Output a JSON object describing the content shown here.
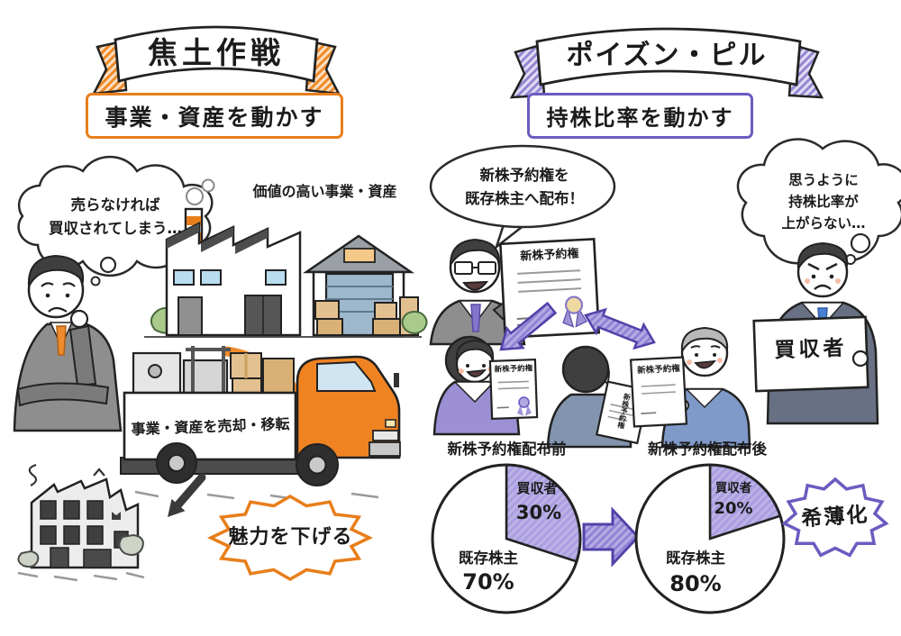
{
  "palette": {
    "orange_accent": "#e87e1a",
    "purple_accent": "#6a5cc0",
    "purple_light": "#b3a8e0",
    "ink": "#222222"
  },
  "left_panel": {
    "banner_title": "焦土作戦",
    "subtitle": "事業・資産を動かす",
    "ceo_thought": "売らなければ\n買収されてしまう…",
    "factory_label": "価値の高い事業・資産",
    "truck_sign": "事業・資産を売却・移転",
    "burst": "魅力を下げる"
  },
  "right_panel": {
    "banner_title": "ポイズン・ピル",
    "subtitle": "持株比率を動かす",
    "speech": "新株予約権を\n既存株主へ配布！",
    "acquirer_thought": "思うように\n持株比率が\n上がらない…",
    "certificate_title": "新株予約権",
    "acquirer_sign": "買収者",
    "burst": "希薄化"
  },
  "chart_data": [
    {
      "type": "pie",
      "title": "新株予約権配布前",
      "start_angle_deg": -90,
      "direction": "clockwise",
      "slices": [
        {
          "label": "買収者",
          "value": 30,
          "display": "30%",
          "color": "#b3a8e0",
          "hatch": true
        },
        {
          "label": "既存株主",
          "value": 70,
          "display": "70%",
          "color": "#ffffff"
        }
      ]
    },
    {
      "type": "pie",
      "title": "新株予約権配布後",
      "start_angle_deg": -90,
      "direction": "clockwise",
      "slices": [
        {
          "label": "買収者",
          "value": 20,
          "display": "20%",
          "color": "#b3a8e0",
          "hatch": true
        },
        {
          "label": "既存株主",
          "value": 80,
          "display": "80%",
          "color": "#ffffff"
        }
      ]
    }
  ]
}
